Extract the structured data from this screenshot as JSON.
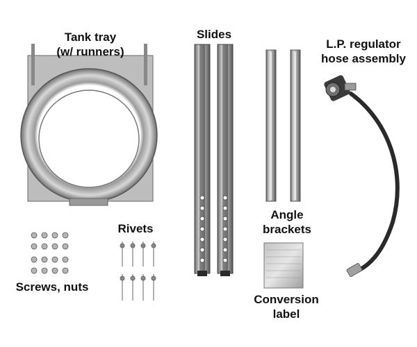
{
  "labels": {
    "tank_tray": [
      "Tank tray",
      "(w/ runners)"
    ],
    "slides": "Slides",
    "lp_regulator": [
      "L.P. regulator",
      "hose assembly"
    ],
    "rivets": "Rivets",
    "screws_nuts": "Screws, nuts",
    "angle_brackets": [
      "Angle",
      "brackets"
    ],
    "conversion_label": [
      "Conversion",
      "label"
    ]
  },
  "colors": {
    "metal_light": "#d9d9d9",
    "metal_mid": "#a8a8a8",
    "metal_dark": "#5a5a5a",
    "hose": "#2a2a2a",
    "background": "#ffffff"
  }
}
